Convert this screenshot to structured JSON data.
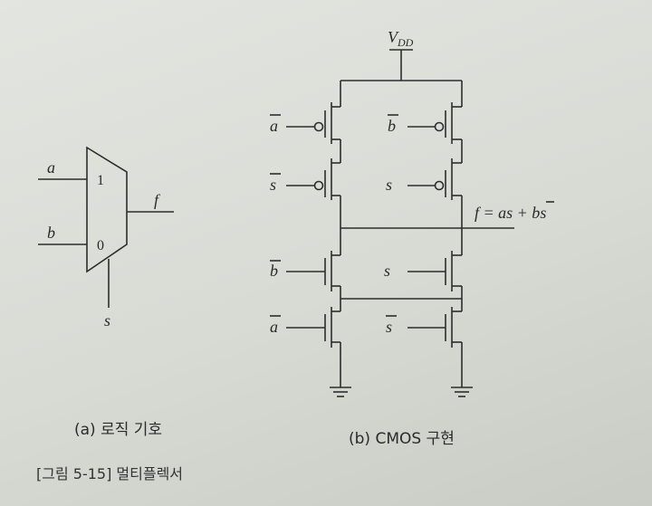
{
  "mux": {
    "input_a": "a",
    "input_b": "b",
    "output": "f",
    "select": "s",
    "pin_1": "1",
    "pin_0": "0"
  },
  "cmos": {
    "supply": "V",
    "supply_sub": "DD",
    "output_eq": "f = as + b",
    "output_eq_bar": "s",
    "gates": {
      "pmos_top_left": "a",
      "pmos_top_right": "b",
      "pmos_mid_left": "s",
      "pmos_mid_right": "s",
      "nmos_top_left": "b",
      "nmos_top_right": "s",
      "nmos_bot_left": "a",
      "nmos_bot_right": "s"
    }
  },
  "captions": {
    "a": "(a) 로직 기호",
    "b": "(b) CMOS 구현",
    "figure": "[그림 5-15] 멀티플렉서"
  }
}
